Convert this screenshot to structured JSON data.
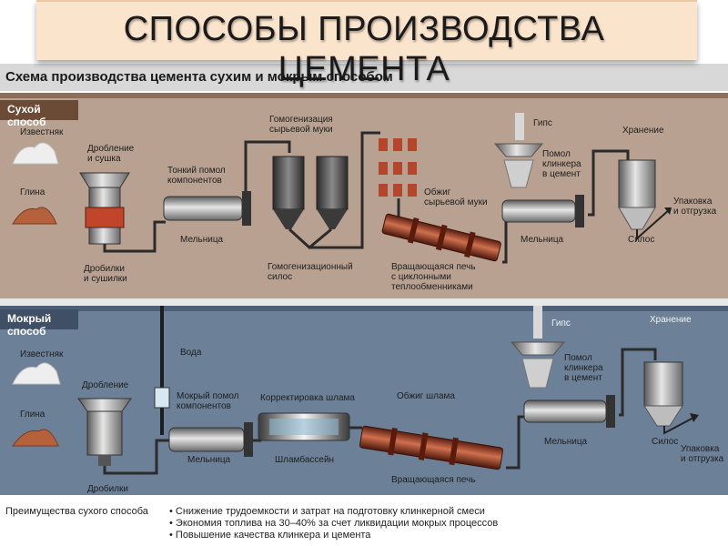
{
  "slide": {
    "title_line1": "СПОСОБЫ ПРОИЗВОДСТВА",
    "title_line2": "ЦЕМЕНТА"
  },
  "scheme": {
    "title": "Схема производства цемента сухим и мокрым способом"
  },
  "dry": {
    "tab": "Сухой способ",
    "limestone": "Известняк",
    "clay": "Глина",
    "crush_dry": [
      "Дробление",
      "и сушка"
    ],
    "crusher_dryers": [
      "Дробилки",
      "и сушилки"
    ],
    "fine_grind": [
      "Тонкий помол",
      "компонентов"
    ],
    "mill": "Мельница",
    "homogenization": [
      "Гомогенизация",
      "сырьевой муки"
    ],
    "homog_silo": [
      "Гомогенизационный",
      "силос"
    ],
    "firing": [
      "Обжиг",
      "сырьевой муки"
    ],
    "kiln": [
      "Вращающаяся печь",
      "с циклонными",
      "теплообменниками"
    ],
    "gypsum": "Гипс",
    "clinker_grind": [
      "Помол",
      "клинкера",
      "в цемент"
    ],
    "mill2": "Мельница",
    "storage": "Хранение",
    "silo": "Силос",
    "packing": [
      "Упаковка",
      "и отгрузка"
    ]
  },
  "wet": {
    "tab": "Мокрый способ",
    "limestone": "Известняк",
    "clay": "Глина",
    "crushing": "Дробление",
    "crushers": "Дробилки",
    "water": "Вода",
    "wet_grind": [
      "Мокрый помол",
      "компонентов"
    ],
    "mill": "Мельница",
    "slurry_correction": "Корректировка шлама",
    "slurry_basin": "Шламбассейн",
    "slurry_firing": "Обжиг шлама",
    "kiln": "Вращающаяся печь",
    "gypsum": "Гипс",
    "clinker_grind": [
      "Помол",
      "клинкера",
      "в цемент"
    ],
    "mill2": "Мельница",
    "storage": "Хранение",
    "silo": "Силос",
    "packing": [
      "Упаковка",
      "и отгрузка"
    ]
  },
  "advantages": {
    "title": "Преимущества сухого способа",
    "items": [
      "• Снижение трудоемкости и затрат на подготовку клинкерной смеси",
      "• Экономия топлива на 30–40% за счет ликвидации мокрых процессов",
      "• Повышение качества клинкера и цемента"
    ]
  },
  "colors": {
    "dry_bg": "#b8a190",
    "wet_bg": "#6c8098",
    "title_bg": "#fbe4cc",
    "kiln": "#a8452b"
  }
}
